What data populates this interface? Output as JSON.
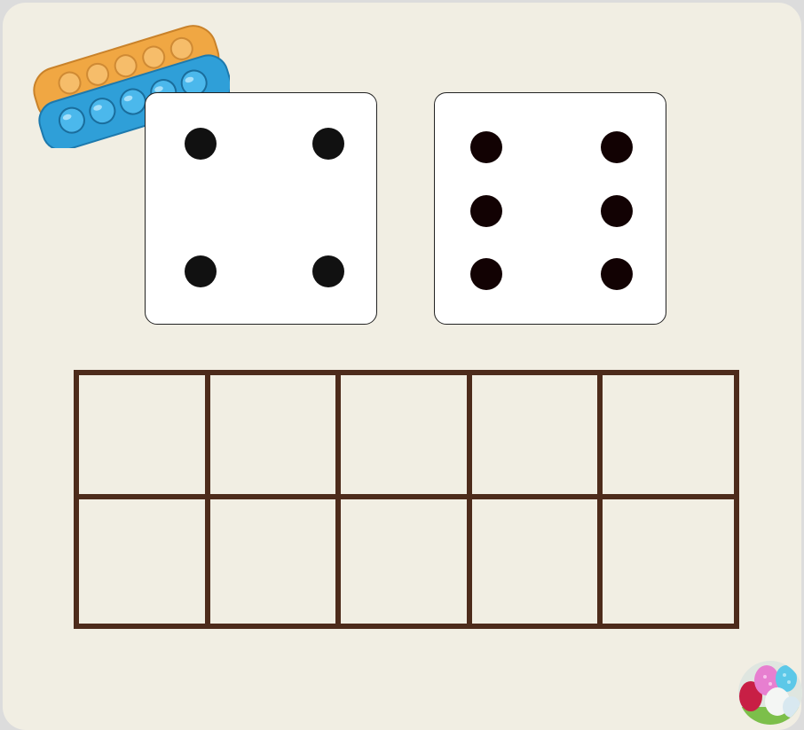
{
  "colors": {
    "board_background": "#f1eee3",
    "frame_line": "#4d2b1b",
    "die_face": "#ffffff",
    "left_die_pips": "#111111",
    "right_die_pips": "#120203"
  },
  "dice": [
    {
      "name": "die-four",
      "value": 4
    },
    {
      "name": "die-six",
      "value": 6
    }
  ],
  "ten_frame": {
    "rows": 2,
    "columns": 5,
    "filled": 0
  },
  "icons": {
    "fidget_toy": "pop-it-fidget-toy-icon",
    "eggs_button": "easter-eggs-icon"
  }
}
